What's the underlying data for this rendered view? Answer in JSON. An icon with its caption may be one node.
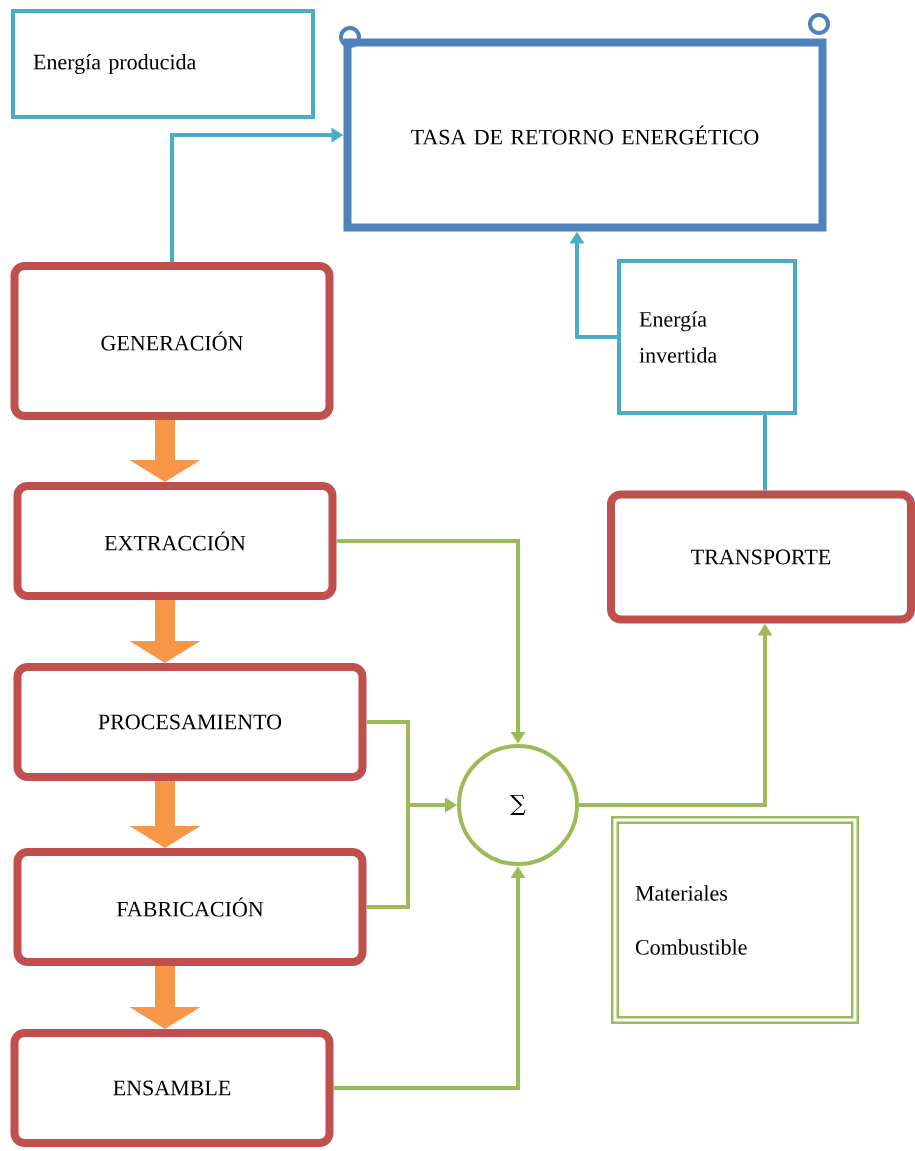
{
  "diagram": {
    "nodes": [
      {
        "text": [
          "Energía producida"
        ]
      },
      {
        "text": [
          "TASA DE RETORNO ENERGÉTICO"
        ]
      },
      {
        "text": [
          "GENERACIÓN"
        ]
      },
      {
        "text": [
          "Energía invertida"
        ]
      },
      {
        "text": [
          "EXTRACCIÓN"
        ]
      },
      {
        "text": [
          "TRANSPORTE"
        ]
      },
      {
        "text": [
          "PROCESAMIENTO"
        ]
      },
      {
        "text": [
          "∑"
        ]
      },
      {
        "text": [
          "Materiales",
          "Combustible"
        ]
      },
      {
        "text": [
          "FABRICACIÓN"
        ]
      },
      {
        "text": [
          "ENSAMBLE"
        ]
      }
    ],
    "edges": [
      {
        "from": 2,
        "to": 1,
        "arrow": "to",
        "color": "#4bacc6"
      },
      {
        "from": 5,
        "to": 3,
        "arrow": "none",
        "color": "#4bacc6"
      },
      {
        "from": 3,
        "to": 1,
        "arrow": "to",
        "color": "#4bacc6"
      },
      {
        "from": 2,
        "to": 4,
        "arrow": "to",
        "style": "thick",
        "color": "#f79646"
      },
      {
        "from": 4,
        "to": 6,
        "arrow": "to",
        "style": "thick",
        "color": "#f79646"
      },
      {
        "from": 6,
        "to": 9,
        "arrow": "to",
        "style": "thick",
        "color": "#f79646"
      },
      {
        "from": 9,
        "to": 10,
        "arrow": "to",
        "style": "thick",
        "color": "#f79646"
      },
      {
        "from": 4,
        "to": 7,
        "arrow": "to"
      },
      {
        "from": 6,
        "to": 7,
        "arrow": "to"
      },
      {
        "from": 9,
        "to": 7,
        "arrow": "to"
      },
      {
        "from": 10,
        "to": 7,
        "arrow": "to"
      },
      {
        "from": 7,
        "to": 5,
        "arrow": "to"
      }
    ]
  }
}
